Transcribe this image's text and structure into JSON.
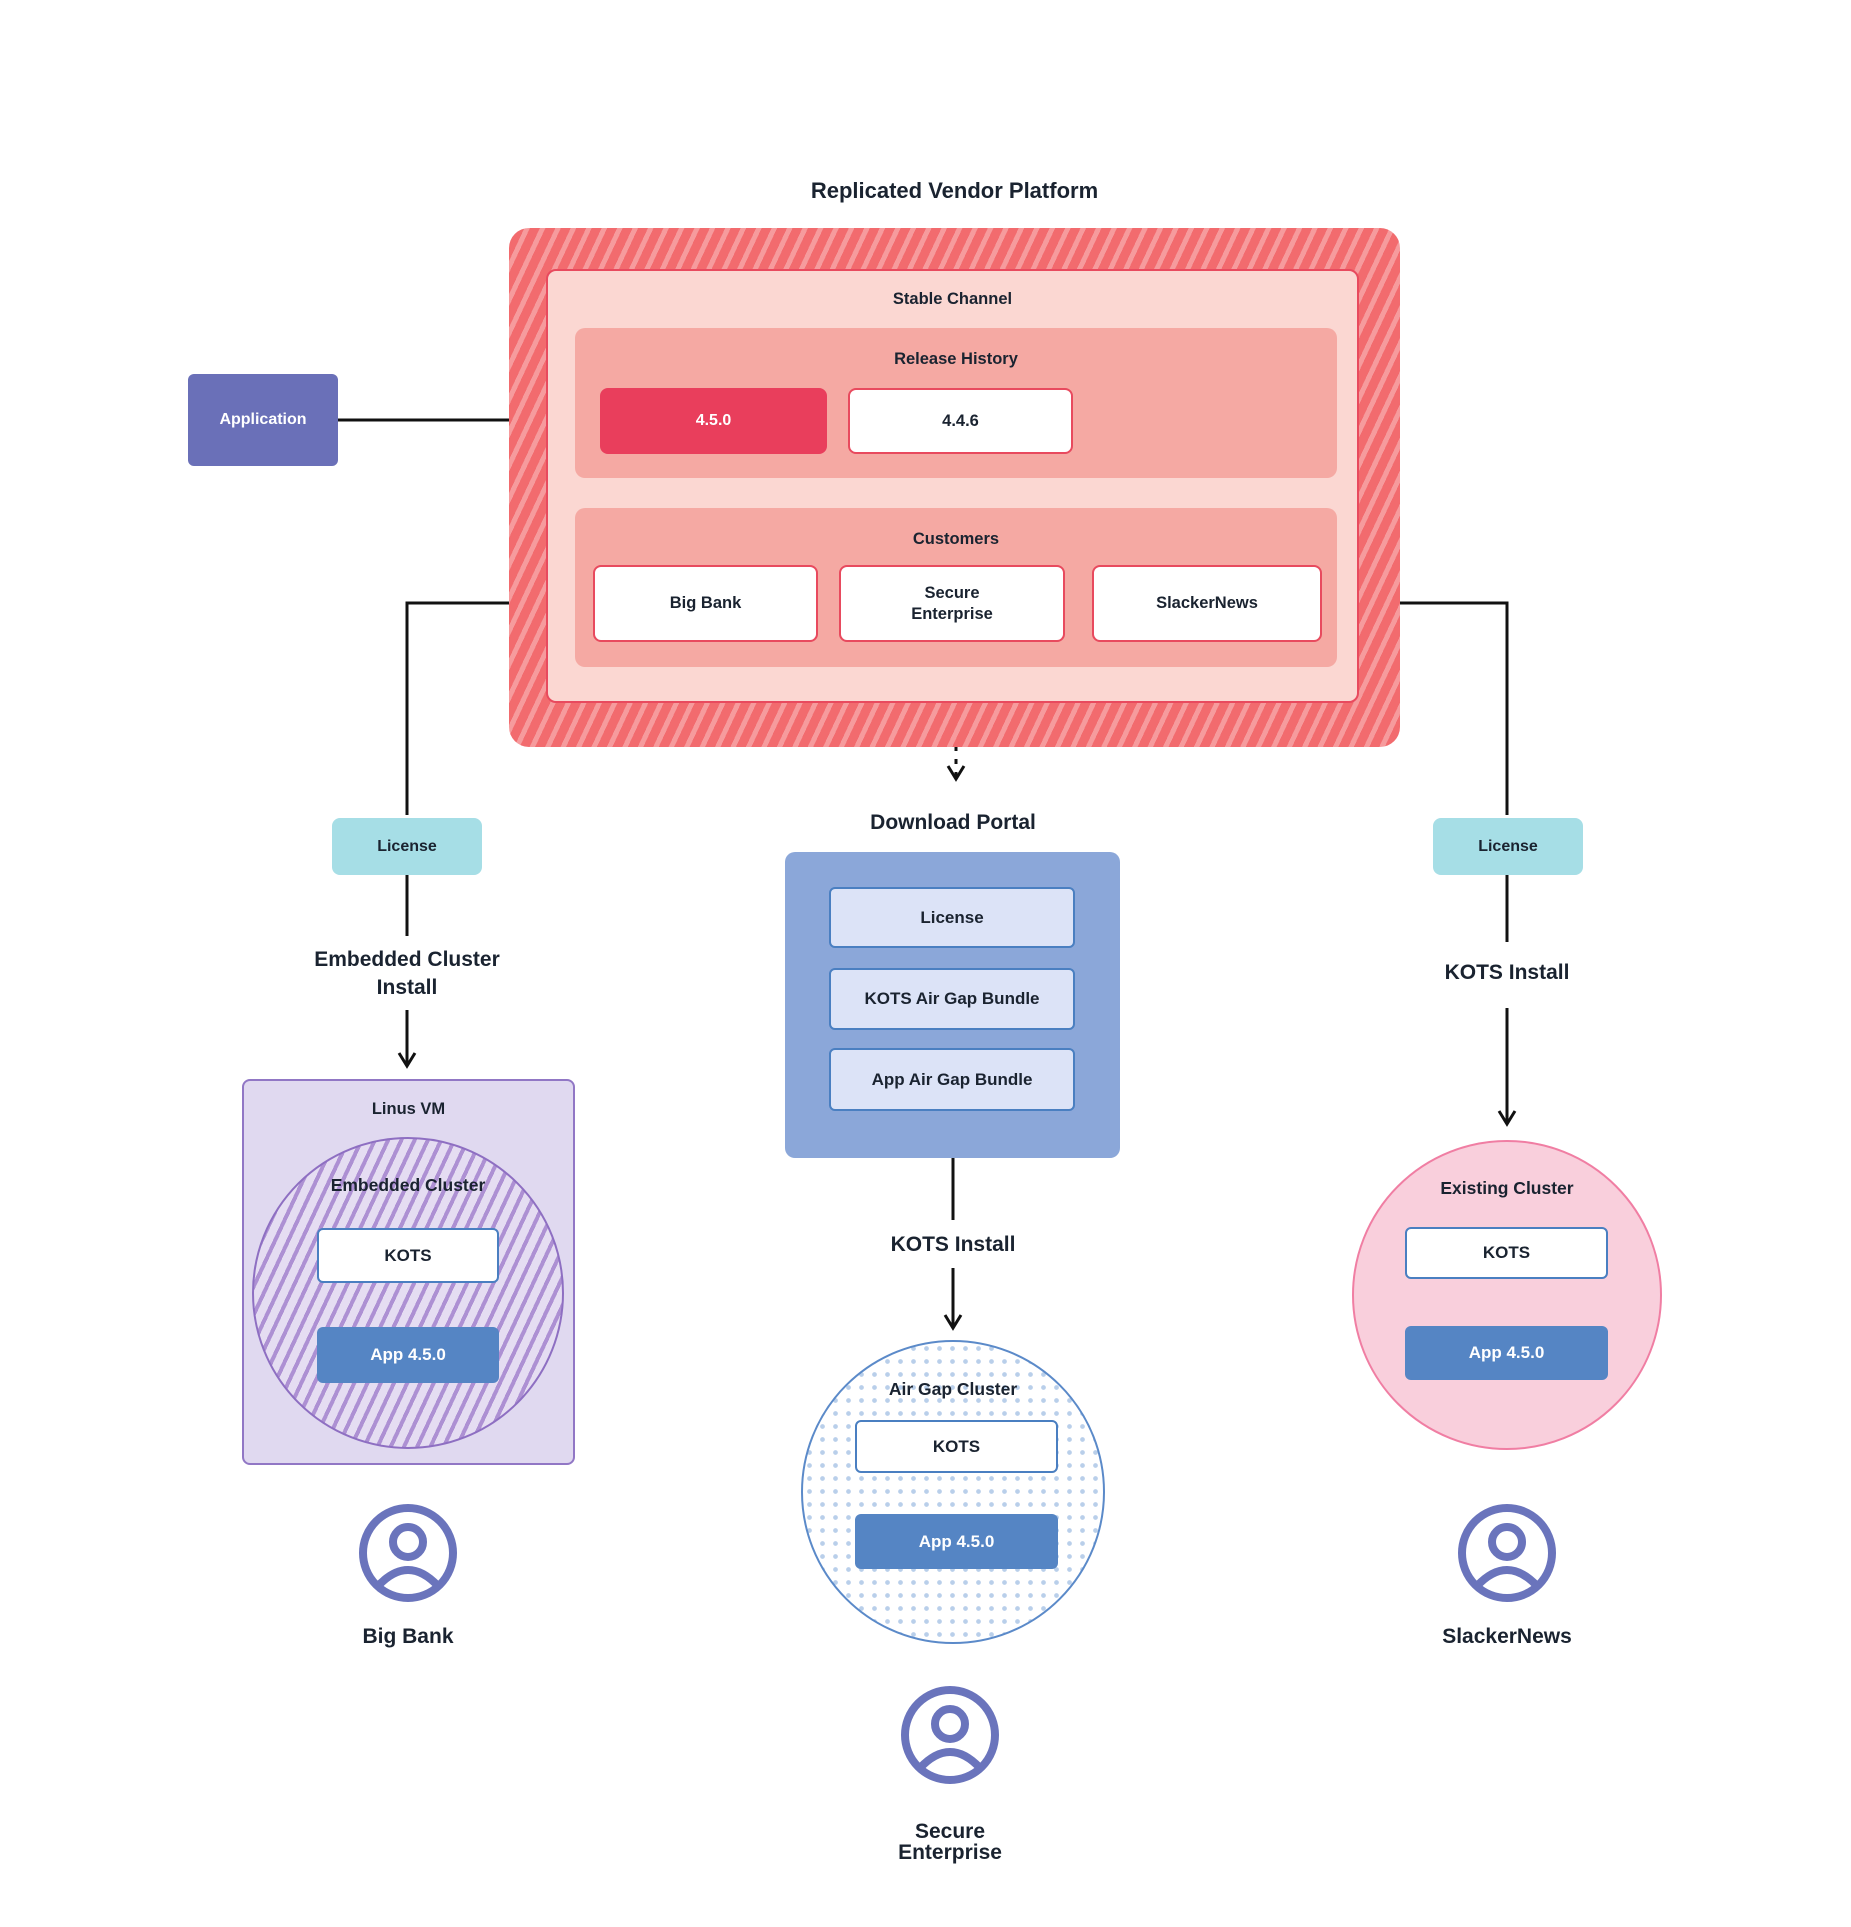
{
  "diagram_title": "Replicated Vendor Platform",
  "application": {
    "label": "Application"
  },
  "platform": {
    "stable_channel": {
      "label": "Stable Channel",
      "release_history": {
        "label": "Release History",
        "releases": [
          {
            "version": "4.5.0",
            "current": true
          },
          {
            "version": "4.4.6",
            "current": false
          }
        ]
      },
      "customers": {
        "label": "Customers",
        "items": [
          "Big Bank",
          "Secure Enterprise",
          "SlackerNews"
        ]
      }
    }
  },
  "big_bank_flow": {
    "license_label": "License",
    "install_method": "Embedded Cluster Install",
    "vm_label": "Linus VM",
    "cluster_label": "Embedded Cluster",
    "kots_label": "KOTS",
    "app_label": "App 4.5.0",
    "customer_label": "Big Bank"
  },
  "secure_enterprise_flow": {
    "portal_title": "Download Portal",
    "portal_items": [
      "License",
      "KOTS Air Gap Bundle",
      "App Air Gap Bundle"
    ],
    "install_method": "KOTS Install",
    "cluster_label": "Air Gap Cluster",
    "kots_label": "KOTS",
    "app_label": "App 4.5.0",
    "customer_label": "Secure Enterprise"
  },
  "slackernews_flow": {
    "license_label": "License",
    "install_method": "KOTS Install",
    "cluster_label": "Existing Cluster",
    "kots_label": "KOTS",
    "app_label": "App 4.5.0",
    "customer_label": "SlackerNews"
  },
  "colors": {
    "platform_hatch_red": "#f26b6e",
    "platform_hatch_stripe": "#f69b9d",
    "stable_channel_bg": "#fbd7d2",
    "red_border": "#e84a5e",
    "section_pink": "#f5a9a3",
    "current_release_red": "#e93e5c",
    "application_purple": "#6a70b8",
    "license_teal": "#a6dee6",
    "portal_blue": "#8ba7d9",
    "portal_item_bg": "#dce3f7",
    "blue_border": "#4a7fc1",
    "app_version_blue": "#5585c4",
    "vm_purple_bg": "#e0d9f0",
    "vm_purple_border": "#9177c5",
    "hatch_purple": "#ad90d3",
    "existing_cluster_pink": "#f9cfdc",
    "existing_cluster_border": "#f07ea3",
    "airgap_dot_blue": "#b9cfea",
    "airgap_border_blue": "#5b8ac9",
    "user_icon_purple": "#6a74bc"
  }
}
